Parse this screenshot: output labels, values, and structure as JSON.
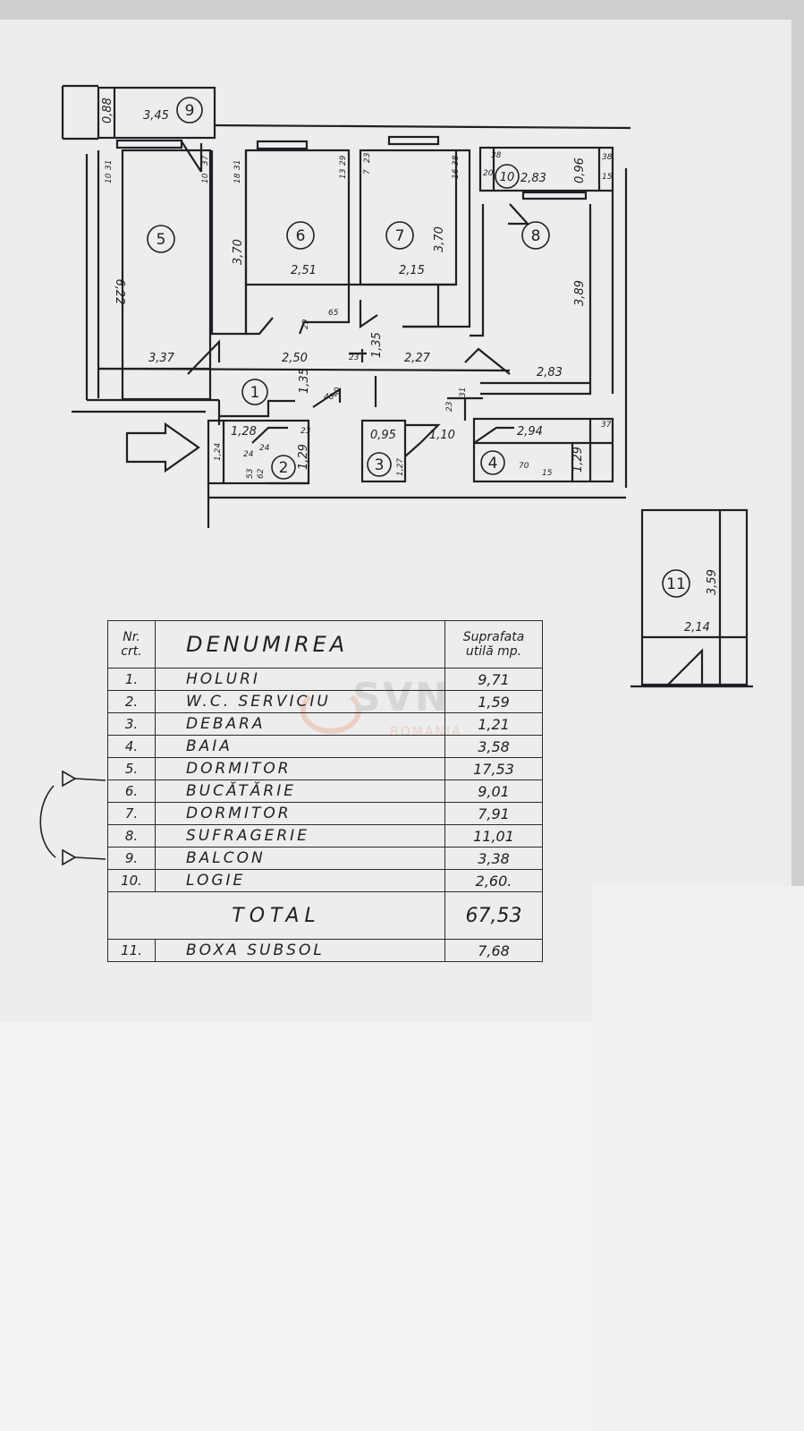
{
  "floor_plan": {
    "room_numbers": [
      "1",
      "2",
      "3",
      "4",
      "5",
      "6",
      "7",
      "8",
      "9",
      "10",
      "11"
    ],
    "balcony": {
      "depth": "0,88",
      "width": "3,45"
    },
    "room5": {
      "height": "6,22",
      "width": "3,37",
      "a": "10",
      "b": "31",
      "c": "37",
      "d": "10"
    },
    "room6": {
      "height": "3,70",
      "width": "2,51",
      "a": "18",
      "b": "31",
      "c": "29",
      "d": "13"
    },
    "room7": {
      "height": "3,70",
      "width": "2,15",
      "a": "7",
      "b": "23",
      "c": "38",
      "d": "16"
    },
    "logia": {
      "a": "20",
      "b": "38",
      "width": "2,83",
      "depth": "0,96",
      "c": "38",
      "d": "15"
    },
    "room8": {
      "height": "3,89",
      "width": "2,83"
    },
    "hall": {
      "w1": "2,50",
      "w2": "2,27",
      "h1": "1,35",
      "h2": "1,35",
      "a": "29",
      "b": "65",
      "c": "23",
      "d": "48",
      "e": "50",
      "f": "23",
      "g": "31"
    },
    "wc": {
      "w": "1,28",
      "h": "1,29",
      "a": "1,24",
      "b": "24",
      "c": "24",
      "d": "53",
      "e": "62",
      "f": "23"
    },
    "storage": {
      "w": "0,95",
      "h": "1,27",
      "w2": "1,10"
    },
    "bath": {
      "w": "2,94",
      "h": "1,29",
      "a": "37",
      "b": "70",
      "c": "15"
    },
    "basement": {
      "height": "3,59",
      "width": "2,14"
    }
  },
  "table": {
    "header": {
      "nr_line1": "Nr.",
      "nr_line2": "crt.",
      "name": "DENUMIREA",
      "area_line1": "Suprafata",
      "area_line2": "utilă mp."
    },
    "rows": [
      {
        "nr": "1.",
        "name": "HOLURI",
        "area": "9,71"
      },
      {
        "nr": "2.",
        "name": "W.C. SERVICIU",
        "area": "1,59"
      },
      {
        "nr": "3.",
        "name": "DEBARA",
        "area": "1,21"
      },
      {
        "nr": "4.",
        "name": "BAIA",
        "area": "3,58"
      },
      {
        "nr": "5.",
        "name": "DORMITOR",
        "area": "17,53"
      },
      {
        "nr": "6.",
        "name": "BUCĂTĂRIE",
        "area": "9,01"
      },
      {
        "nr": "7.",
        "name": "DORMITOR",
        "area": "7,91"
      },
      {
        "nr": "8.",
        "name": "SUFRAGERIE",
        "area": "11,01"
      },
      {
        "nr": "9.",
        "name": "BALCON",
        "area": "3,38"
      },
      {
        "nr": "10.",
        "name": "LOGIE",
        "area": "2,60."
      }
    ],
    "total": {
      "label": "TOTAL",
      "area": "67,53"
    },
    "extra": {
      "nr": "11.",
      "name": "BOXA SUBSOL",
      "area": "7,68"
    }
  },
  "watermark": {
    "text": "SVN",
    "sub": "ROMANIA"
  },
  "colors": {
    "ink": "#1f1f24",
    "paper": "#ededee",
    "watermark_accent": "#e06a2a"
  }
}
